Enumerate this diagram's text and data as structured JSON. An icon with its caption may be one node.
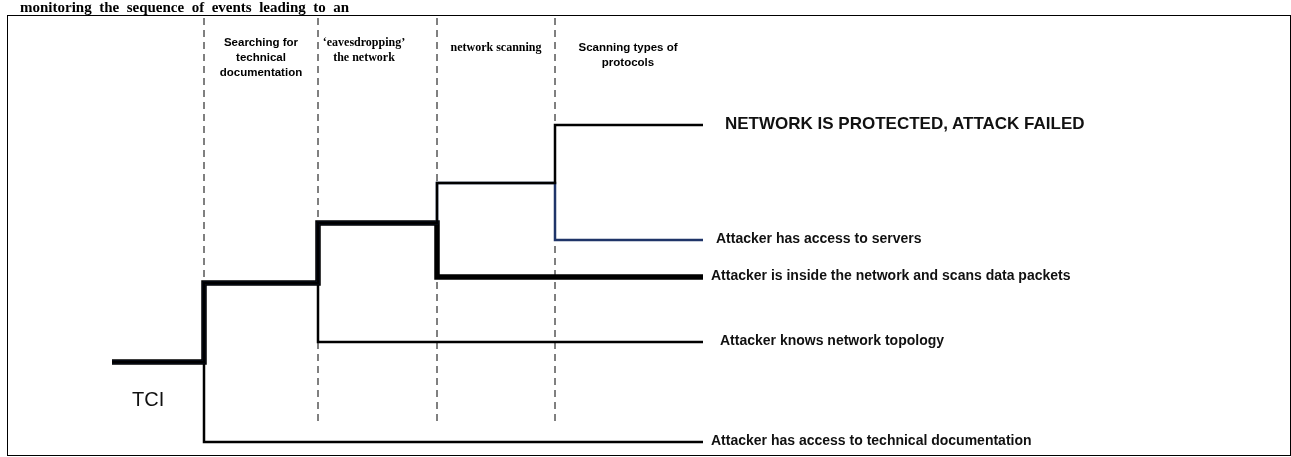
{
  "diagram": {
    "nodes": [
      {
        "text": [
          "TCI"
        ]
      },
      {
        "text": [
          "NETWORK IS PROTECTED, ATTACK FAILED"
        ]
      },
      {
        "text": [
          "Attacker  has access to servers"
        ]
      },
      {
        "text": [
          "Attacker is inside the network and scans data packets"
        ]
      },
      {
        "text": [
          "Attacker knows network topology"
        ]
      },
      {
        "text": [
          "Attacker  has access to technical documentation"
        ]
      }
    ],
    "edges": [
      {
        "from": 0,
        "to": 1,
        "arrow": "none"
      },
      {
        "from": 0,
        "to": 2,
        "arrow": "none",
        "color": "#1f3468"
      },
      {
        "from": 0,
        "to": 3,
        "arrow": "none",
        "style": "thick"
      },
      {
        "from": 0,
        "to": 4,
        "arrow": "none"
      },
      {
        "from": 0,
        "to": 5,
        "arrow": "none"
      }
    ],
    "labels": [
      "monitoring  the  sequence  of  events  leading  to  an",
      "Searching for technical documentation",
      "‘eavesdropping’ the network",
      "network scanning",
      "Scanning types of protocols"
    ]
  }
}
